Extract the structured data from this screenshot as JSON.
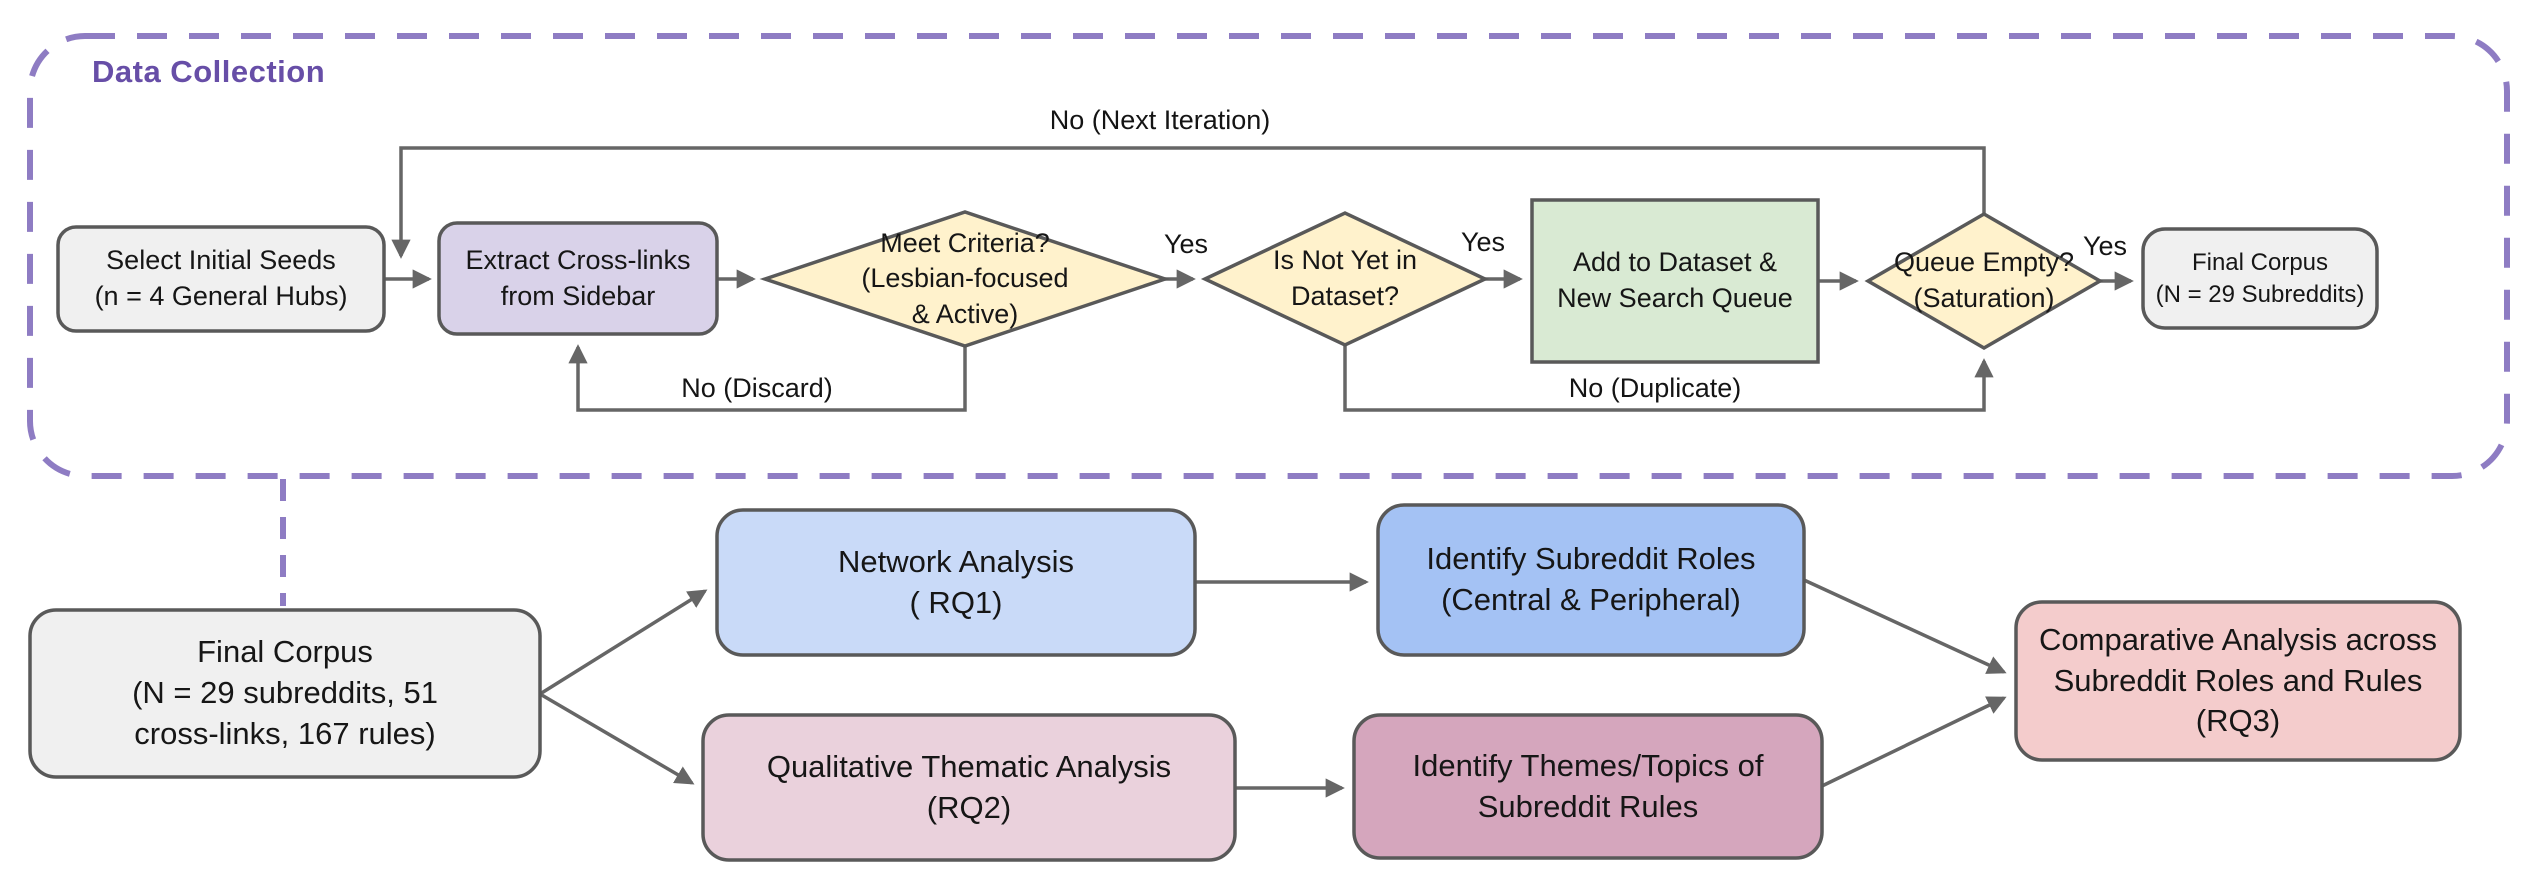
{
  "diagram_title": "Research pipeline flowchart",
  "colors": {
    "dashed_container": "#8e7cc3",
    "section_title": "#674ea7",
    "shape_border": "#595959",
    "arrow": "#666666",
    "gray_fill": "#f0f0f0",
    "lavender_fill": "#d9d2e9",
    "cream_fill": "#fff2cc",
    "green_fill": "#d9ead3",
    "light_blue_fill": "#c9daf8",
    "blue_fill": "#a4c2f4",
    "light_pink_fill": "#ead1dc",
    "mauve_fill": "#d5a6bd",
    "salmon_fill": "#f4cccc"
  },
  "data_collection": {
    "section_label": "Data Collection",
    "nodes": {
      "select_seeds": {
        "lines": [
          "Select Initial Seeds",
          "(n = 4 General Hubs)"
        ]
      },
      "extract_links": {
        "lines": [
          "Extract Cross-links",
          "from Sidebar"
        ]
      },
      "meet_criteria": {
        "lines": [
          "Meet Criteria?",
          "(Lesbian-focused",
          "& Active)"
        ]
      },
      "not_in_dataset": {
        "lines": [
          "Is Not Yet in",
          "Dataset?"
        ]
      },
      "add_to_dataset": {
        "lines": [
          "Add to Dataset &",
          "New Search Queue"
        ]
      },
      "queue_empty": {
        "lines": [
          "Queue Empty?",
          "(Saturation)"
        ]
      },
      "final_corpus": {
        "lines": [
          "Final Corpus",
          "(N = 29 Subreddits)"
        ]
      }
    },
    "edge_labels": {
      "yes1": "Yes",
      "yes2": "Yes",
      "yes3": "Yes",
      "no_next_iteration": "No (Next Iteration)",
      "no_discard": "No (Discard)",
      "no_duplicate": "No (Duplicate)"
    }
  },
  "analysis": {
    "nodes": {
      "final_corpus": {
        "lines": [
          "Final Corpus",
          "(N = 29 subreddits, 51",
          "cross-links, 167 rules)"
        ]
      },
      "network_analysis": {
        "lines": [
          "Network Analysis",
          "( RQ1)"
        ]
      },
      "identify_roles": {
        "lines": [
          "Identify Subreddit Roles",
          "(Central & Peripheral)"
        ]
      },
      "qualitative": {
        "lines": [
          "Qualitative Thematic Analysis",
          "(RQ2)"
        ]
      },
      "identify_themes": {
        "lines": [
          "Identify Themes/Topics of",
          "Subreddit Rules"
        ]
      },
      "comparative": {
        "lines": [
          "Comparative Analysis across",
          "Subreddit Roles and Rules",
          "(RQ3)"
        ]
      }
    }
  }
}
